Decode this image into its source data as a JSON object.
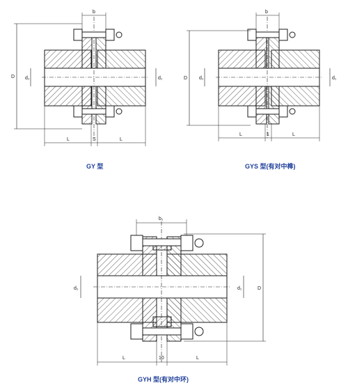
{
  "figures": [
    {
      "caption": "GY 型",
      "labels": {
        "b": "b",
        "D": "D",
        "d_left": "d₁",
        "d_right": "d₁",
        "L_left": "L",
        "S": "S",
        "L_right": "L"
      }
    },
    {
      "caption": "GYS 型(有对中榫)",
      "labels": {
        "b": "b",
        "D": "D",
        "d_left": "d₁",
        "d_right": "d₁",
        "L_left": "L",
        "gap": "1",
        "L_right": "L"
      }
    },
    {
      "caption": "GYH 型(有对中环)",
      "labels": {
        "b": "b₁",
        "D": "D",
        "d_left": "d₁",
        "d_right": "d₁",
        "L_left": "L",
        "gap": "10",
        "L_right": "L"
      }
    }
  ],
  "colors": {
    "line": "#1a1a1a",
    "caption": "#1f3f9a",
    "hatch": "#333333"
  }
}
